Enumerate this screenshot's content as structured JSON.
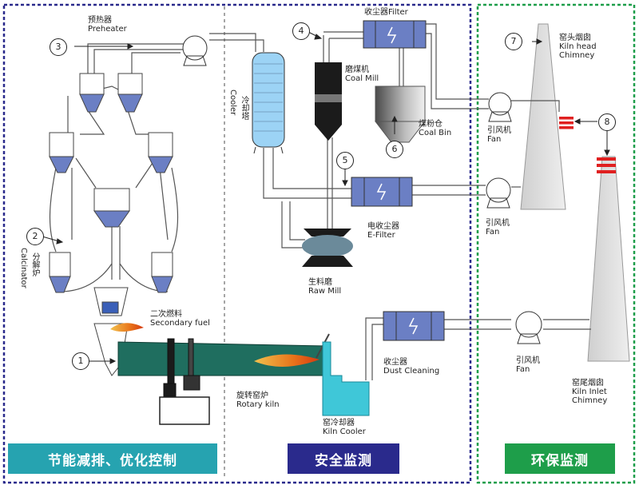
{
  "sections": {
    "energy": "节能减排、优化控制",
    "safety": "安全监测",
    "environment": "环保监测"
  },
  "colors": {
    "section_energy": "#26a3b0",
    "section_safety": "#2a2a8c",
    "section_environment": "#1e9e4a",
    "border_blue": "#2a2a8c",
    "border_green": "#1e9e4a",
    "kiln": "#1f6e5f",
    "equipment_blue": "#6b7fc4",
    "cooler": "#9cd3f5",
    "cooler_pan": "#3fc7d8"
  },
  "labels": {
    "preheater_cn": "预热器",
    "preheater_en": "Preheater",
    "calciner_cn": "分解炉",
    "calciner_en": "Calcinator",
    "secondary_fuel_cn": "二次燃料",
    "secondary_fuel_en": "Secondary fuel",
    "rotary_kiln_cn": "旋转窑炉",
    "rotary_kiln_en": "Rotary kiln",
    "kiln_cooler_cn": "窑冷却器",
    "kiln_cooler_en": "Kiln  Cooler",
    "cooling_tower_cn": "冷却塔",
    "cooling_tower_en": "Cooler",
    "coal_mill_cn": "磨煤机",
    "coal_mill_en": "Coal Mill",
    "filter_cn": "收尘器",
    "filter_en": "Filter",
    "coal_bin_cn": "煤粉仓",
    "coal_bin_en": "Coal Bin",
    "efilter_cn": "电收尘器",
    "efilter_en": "E-Filter",
    "raw_mill_cn": "生料磨",
    "raw_mill_en": "Raw Mill",
    "dust_cn": "收尘器",
    "dust_en": "Dust Cleaning",
    "fan1_cn": "引风机",
    "fan1_en": "Fan",
    "fan2_cn": "引风机",
    "fan2_en": "Fan",
    "fan3_cn": "引风机",
    "fan3_en": "Fan",
    "kiln_head_cn": "窑头烟囱",
    "kiln_head_en1": "Kiln head",
    "kiln_head_en2": "Chimney",
    "kiln_inlet_cn": "窑尾烟囱",
    "kiln_inlet_en1": "Kiln Inlet",
    "kiln_inlet_en2": "Chimney"
  },
  "markers": [
    "1",
    "2",
    "3",
    "4",
    "5",
    "6",
    "7",
    "8"
  ]
}
